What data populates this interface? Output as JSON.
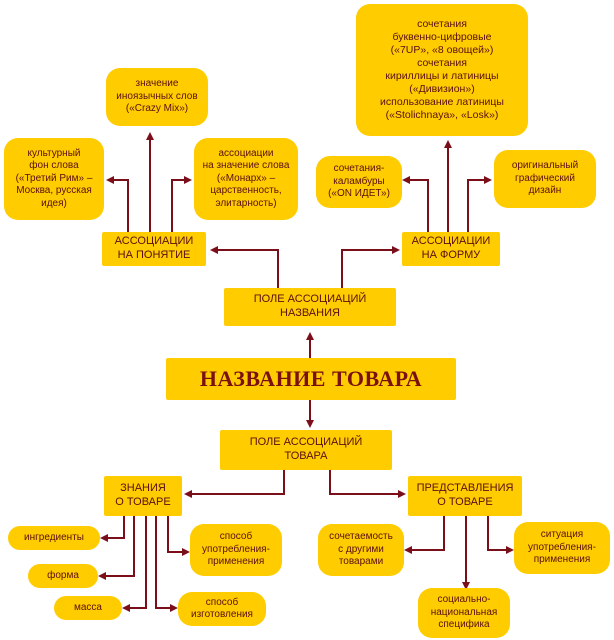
{
  "diagram": {
    "central": "НАЗВАНИЕ ТОВАРА",
    "field_name": "ПОЛЕ АССОЦИАЦИЙ\nНАЗВАНИЯ",
    "field_product": "ПОЛЕ АССОЦИАЦИЙ\nТОВАРА",
    "assoc_concept": "АССОЦИАЦИИ\nНА ПОНЯТИЕ",
    "assoc_form": "АССОЦИАЦИИ\nНА ФОРМУ",
    "knowledge": "ЗНАНИЯ\nО ТОВАРЕ",
    "ideas": "ПРЕДСТАВЛЕНИЯ\nО ТОВАРЕ",
    "concept_items": {
      "foreign": "значение\nиноязычных слов\n(«Crazy Mix»)",
      "cultural": "культурный\nфон слова\n(«Третий Рим» –\nМосква, русская\nидея)",
      "meaning": "ассоциации\nна значение слова\n(«Монарх» –\nцарственность,\nэлитарность)"
    },
    "form_items": {
      "combos": "сочетания\nбуквенно-цифровые\n(«7UP», «8 овощей»)\nсочетания\nкириллицы и латиницы\n(«Дивизион»)\nиспользование латиницы\n(«Stolichnaya», «Losk»)",
      "puns": "сочетания-\nкаламбуры\n(«ON ИДЕТ»)",
      "design": "оригинальный\nграфический\nдизайн"
    },
    "knowledge_items": {
      "ingredients": "ингредиенты",
      "shape": "форма",
      "mass": "масса",
      "use": "способ\nупотребления-\nприменения",
      "make": "способ\nизготовления"
    },
    "idea_items": {
      "compat": "сочетаемость\nс другими\nтоварами",
      "situation": "ситуация\nупотребления-\nприменения",
      "social": "социально-\nнациональная\nспецифика"
    }
  },
  "colors": {
    "box": "#ffcc00",
    "line": "#7a0f1a",
    "text": "#5a1010"
  }
}
